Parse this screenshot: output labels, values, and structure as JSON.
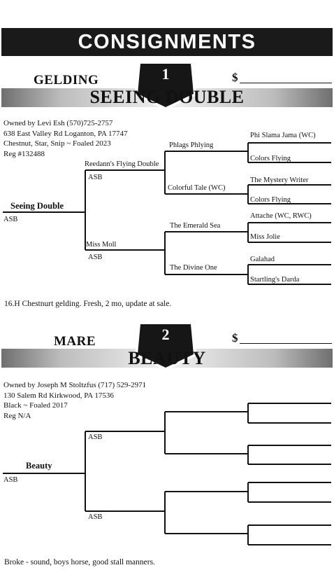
{
  "header": {
    "title": "CONSIGNMENTS"
  },
  "consignments": [
    {
      "number": "1",
      "type": "GELDING",
      "price_symbol": "$",
      "name": "SEEING DOUBLE",
      "owner_lines": [
        "Owned by Levi Esh (570)725-2757",
        "638 East Valley Rd Loganton, PA 17747",
        "Chestnut, Star, Snip ~ Foaled 2023",
        "Reg #132488"
      ],
      "pedigree": {
        "subject": "Seeing Double",
        "subject_reg": "ASB",
        "sire": "Reedann's Flying Double",
        "sire_reg": "ASB",
        "dam": "Miss Moll",
        "dam_reg": "ASB",
        "sire_sire": "Phlags Phlying",
        "sire_dam": "Colorful Tale (WC)",
        "dam_sire": "The Emerald Sea",
        "dam_dam": "The Divine One",
        "great": [
          "Phi Slama Jama (WC)",
          "Colors Flying",
          "The Mystery Writer",
          "Colors Flying",
          "Attache (WC, RWC)",
          "Miss Jolie",
          "Galahad",
          "Startling's Darda"
        ]
      },
      "note": "16.H Chestnurt gelding. Fresh, 2 mo, update at sale."
    },
    {
      "number": "2",
      "type": "MARE",
      "price_symbol": "$",
      "name": "BEAUTY",
      "owner_lines": [
        "Owned by Joseph M Stoltzfus (717) 529-2971",
        "130 Salem Rd Kirkwood, PA 17536",
        "Black ~ Foaled 2017",
        "Reg N/A"
      ],
      "pedigree": {
        "subject": "Beauty",
        "subject_reg": "ASB",
        "sire_reg": "ASB",
        "dam_reg": "ASB"
      },
      "note": "Broke - sound, boys  horse, good stall manners."
    }
  ]
}
